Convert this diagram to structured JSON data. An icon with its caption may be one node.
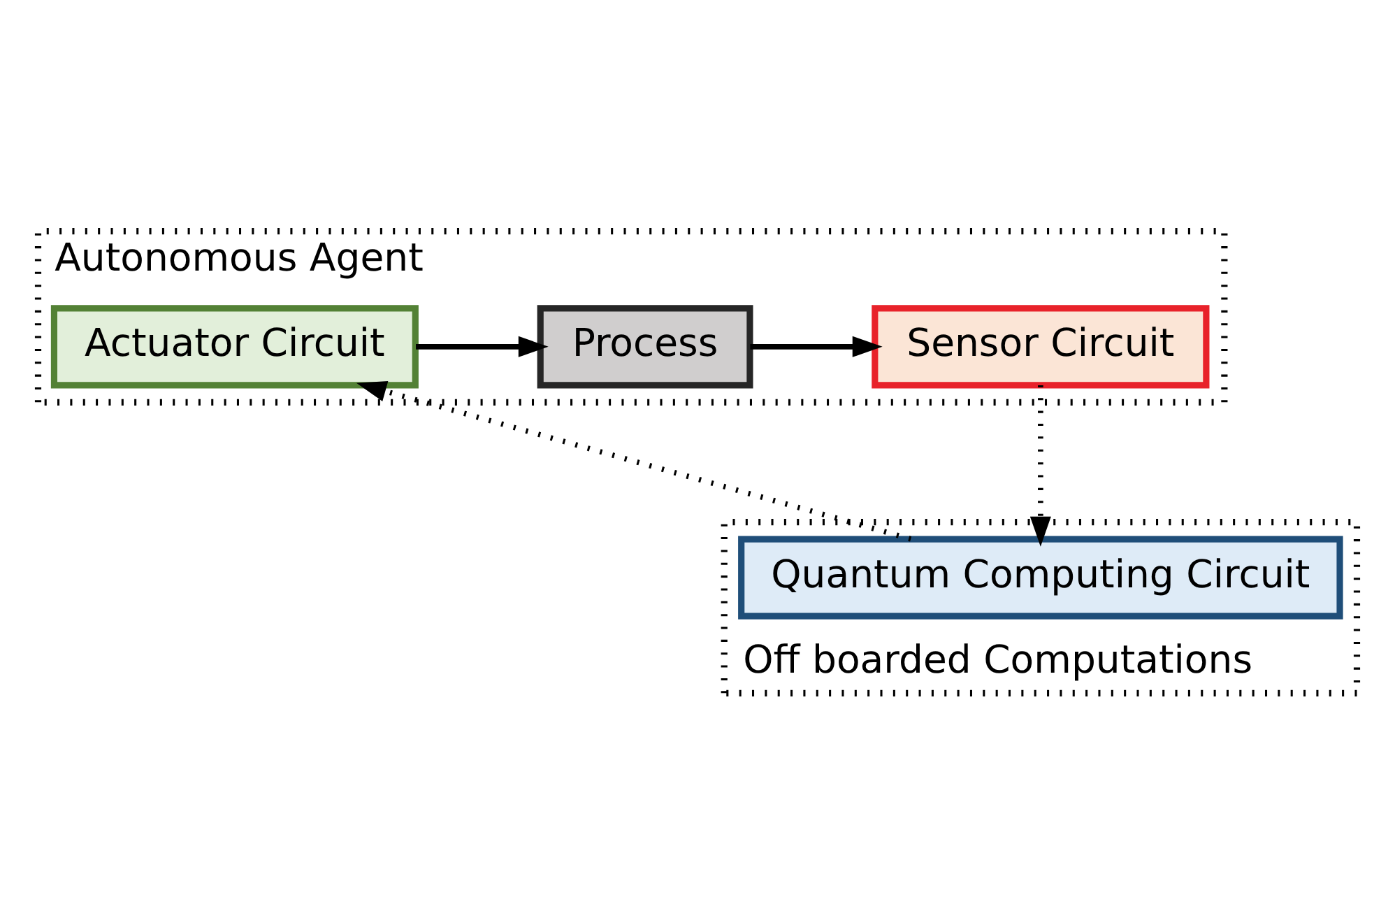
{
  "diagram": {
    "nodes": [
      {
        "text": [
          "Autonomous Agent"
        ]
      },
      {
        "text": [
          "Actuator Circuit"
        ],
        "in": 0
      },
      {
        "text": [
          "Process"
        ],
        "in": 0
      },
      {
        "text": [
          "Sensor Circuit"
        ],
        "in": 0
      },
      {
        "text": [
          "Off boarded Computations"
        ]
      },
      {
        "text": [
          "Quantum Computing Circuit"
        ],
        "in": 4
      }
    ],
    "edges": [
      {
        "from": 1,
        "to": 2,
        "arrow": "to"
      },
      {
        "from": 2,
        "to": 3,
        "arrow": "to"
      },
      {
        "from": 3,
        "to": 5,
        "arrow": "to",
        "style": "dashed"
      },
      {
        "from": 5,
        "to": 1,
        "arrow": "to",
        "style": "dashed"
      }
    ]
  }
}
